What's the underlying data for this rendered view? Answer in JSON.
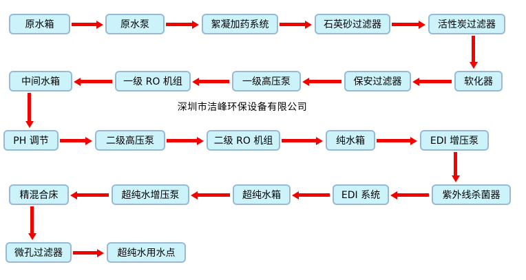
{
  "company_title": "深圳市洁峰环保设备有限公司",
  "colors": {
    "box_fill": "#cdf3fa",
    "box_border": "#97b9d5",
    "arrow_red": "#ef0400",
    "text": "#000000"
  },
  "nodes": [
    {
      "id": "raw-water-tank",
      "label": "原水箱"
    },
    {
      "id": "raw-water-pump",
      "label": "原水泵"
    },
    {
      "id": "coagulant-dosing-system",
      "label": "絮凝加药系统"
    },
    {
      "id": "quartz-sand-filter",
      "label": "石英砂过滤器"
    },
    {
      "id": "activated-carbon-filter",
      "label": "活性炭过滤器"
    },
    {
      "id": "water-softener",
      "label": "软化器"
    },
    {
      "id": "security-filter",
      "label": "保安过滤器"
    },
    {
      "id": "first-stage-high-pressure-pump",
      "label": "一级高压泵"
    },
    {
      "id": "first-stage-ro-unit",
      "label": "一级 RO 机组"
    },
    {
      "id": "intermediate-water-tank",
      "label": "中间水箱"
    },
    {
      "id": "ph-adjustment",
      "label": "PH 调节"
    },
    {
      "id": "second-stage-high-pressure-pump",
      "label": "二级高压泵"
    },
    {
      "id": "second-stage-ro-unit",
      "label": "二级 RO 机组"
    },
    {
      "id": "pure-water-tank",
      "label": "纯水箱"
    },
    {
      "id": "edi-booster-pump",
      "label": "EDI 增压泵"
    },
    {
      "id": "uv-sterilizer",
      "label": "紫外线杀菌器"
    },
    {
      "id": "edi-system",
      "label": "EDI 系统"
    },
    {
      "id": "ultrapure-water-tank",
      "label": "超纯水箱"
    },
    {
      "id": "ultrapure-booster-pump",
      "label": "超纯水增压泵"
    },
    {
      "id": "polishing-mixed-bed",
      "label": "精混合床"
    },
    {
      "id": "microporous-filter",
      "label": "微孔过滤器"
    },
    {
      "id": "ultrapure-water-use-point",
      "label": "超纯水用水点"
    }
  ],
  "flow_sequence": [
    "原水箱",
    "原水泵",
    "絮凝加药系统",
    "石英砂过滤器",
    "活性炭过滤器",
    "软化器",
    "保安过滤器",
    "一级高压泵",
    "一级 RO 机组",
    "中间水箱",
    "PH 调节",
    "二级高压泵",
    "二级 RO 机组",
    "纯水箱",
    "EDI 增压泵",
    "紫外线杀菌器",
    "EDI 系统",
    "超纯水箱",
    "超纯水增压泵",
    "精混合床",
    "微孔过滤器",
    "超纯水用水点"
  ]
}
